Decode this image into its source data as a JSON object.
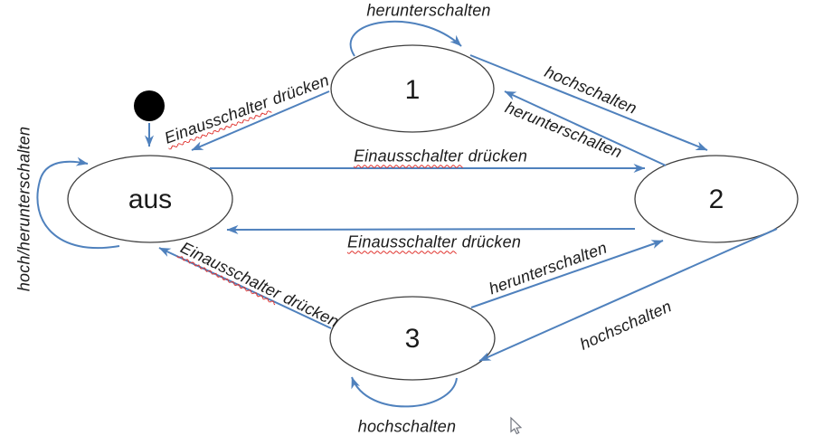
{
  "states": {
    "aus": "aus",
    "one": "1",
    "two": "2",
    "three": "3"
  },
  "transitions": {
    "loop_one": {
      "label": "herunterschalten"
    },
    "loop_three": {
      "label": "hochschalten"
    },
    "loop_aus": {
      "label": "hoch/herunterschalten"
    },
    "one_to_two": {
      "label": "hochschalten"
    },
    "two_to_one": {
      "label": "herunterschalten"
    },
    "three_to_two": {
      "label": "herunterschalten"
    },
    "two_to_three": {
      "label": "hochschalten"
    },
    "one_to_aus": {
      "word1": "Einausschalter",
      "word2": "drücken"
    },
    "aus_to_two": {
      "word1": "Einausschalter",
      "word2": "drücken"
    },
    "two_to_aus": {
      "word1": "Einausschalter",
      "word2": "drücken"
    },
    "three_to_aus": {
      "word1": "Einausschalter",
      "word2": "drücken"
    }
  },
  "colors": {
    "arrow": "#4f81bd",
    "shape_outline": "#3f3f3f",
    "label_text": "#1c1c1c",
    "spellcheck_underline": "#e0312d",
    "initial_state_fill": "#000000"
  }
}
